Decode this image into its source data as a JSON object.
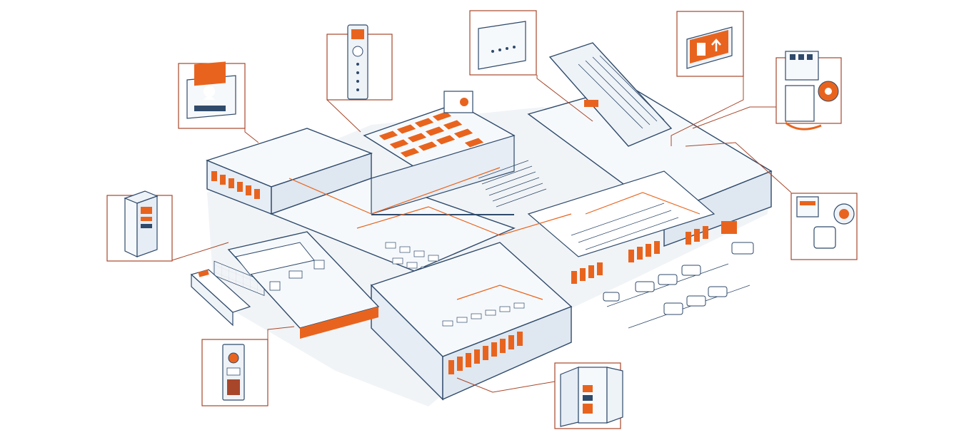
{
  "colors": {
    "accent": "#e8641e",
    "callout_line": "#a8462a",
    "outline": "#2f4a6b",
    "wall_fill": "#eef3f8",
    "floor_fill": "#ffffff",
    "shadow": "#dde3ea"
  },
  "exit_sign": {
    "icon": "running-man-exit-arrow-icon"
  },
  "callouts": [
    {
      "id": "video-intercom-monitor",
      "icon": "video-intercom-monitor-icon"
    },
    {
      "id": "room-control-keypad",
      "icon": "keypad-panel-icon"
    },
    {
      "id": "thermostat-panel",
      "icon": "thermostat-icon"
    },
    {
      "id": "emergency-exit-sign",
      "icon": "exit-sign-icon"
    },
    {
      "id": "power-distribution",
      "icon": "socket-breaker-icon"
    },
    {
      "id": "server-rack-cabinet",
      "icon": "rack-cabinet-icon"
    },
    {
      "id": "light-switch-sensor",
      "icon": "switch-sensor-icon"
    },
    {
      "id": "door-entry-panel",
      "icon": "door-station-icon"
    },
    {
      "id": "electrical-cabinet",
      "icon": "electrical-cabinet-icon"
    }
  ]
}
